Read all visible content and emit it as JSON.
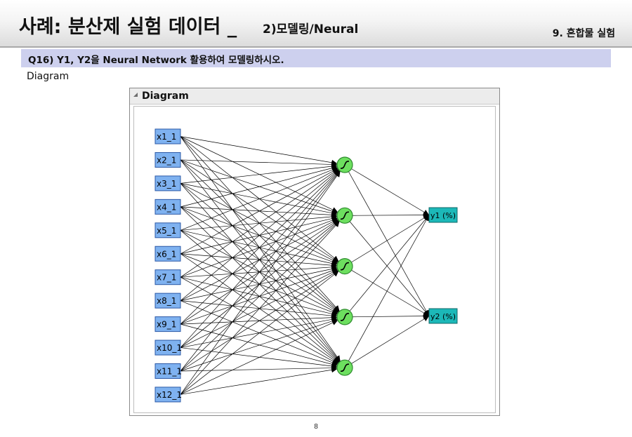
{
  "header": {
    "title_main": "사례: 분산제 실험 데이터 _",
    "title_sub": "2)모델링/Neural",
    "section_label": "9. 혼합물 실험"
  },
  "question": {
    "text": "Q16) Y1, Y2을 Neural Network 활용하여 모델링하시오."
  },
  "caption": "Diagram",
  "diagram": {
    "title": "Diagram",
    "inputs": [
      "x1_1",
      "x2_1",
      "x3_1",
      "x4_1",
      "x5_1",
      "x6_1",
      "x7_1",
      "x8_1",
      "x9_1",
      "x10_1",
      "x11_1",
      "x12_1"
    ],
    "hidden_node_count": 5,
    "hidden_activation_symbol": "∫",
    "outputs": [
      "y1 (%)",
      "y2 (%)"
    ],
    "colors": {
      "input_fill": "#7fb2f0",
      "input_border": "#2b58a6",
      "hidden_fill": "#6ddf5f",
      "hidden_border": "#2e8b2e",
      "output_fill": "#1cb8b8",
      "output_border": "#116767",
      "edge": "#000000"
    }
  },
  "footer": {
    "page_number": "8"
  }
}
